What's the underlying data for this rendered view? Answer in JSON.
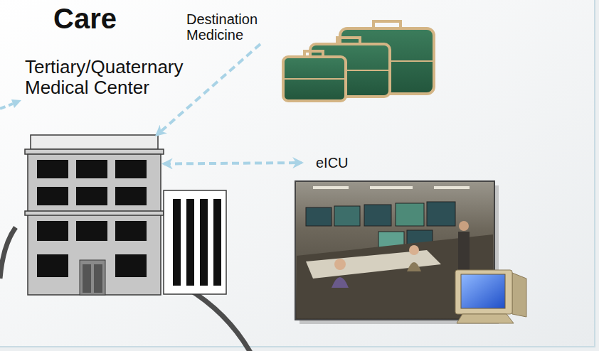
{
  "diagram": {
    "title": "Care",
    "nodes": [
      {
        "text": [
          "Destination Medicine"
        ]
      },
      {
        "text": [
          "Tertiary/Quaternary Medical Center"
        ]
      },
      {
        "text": [
          "eICU"
        ]
      }
    ],
    "edges": [
      {
        "from": 0,
        "to": 1,
        "arrow": "to"
      },
      {
        "from": 1,
        "to": 2,
        "arrow": "both"
      }
    ]
  }
}
